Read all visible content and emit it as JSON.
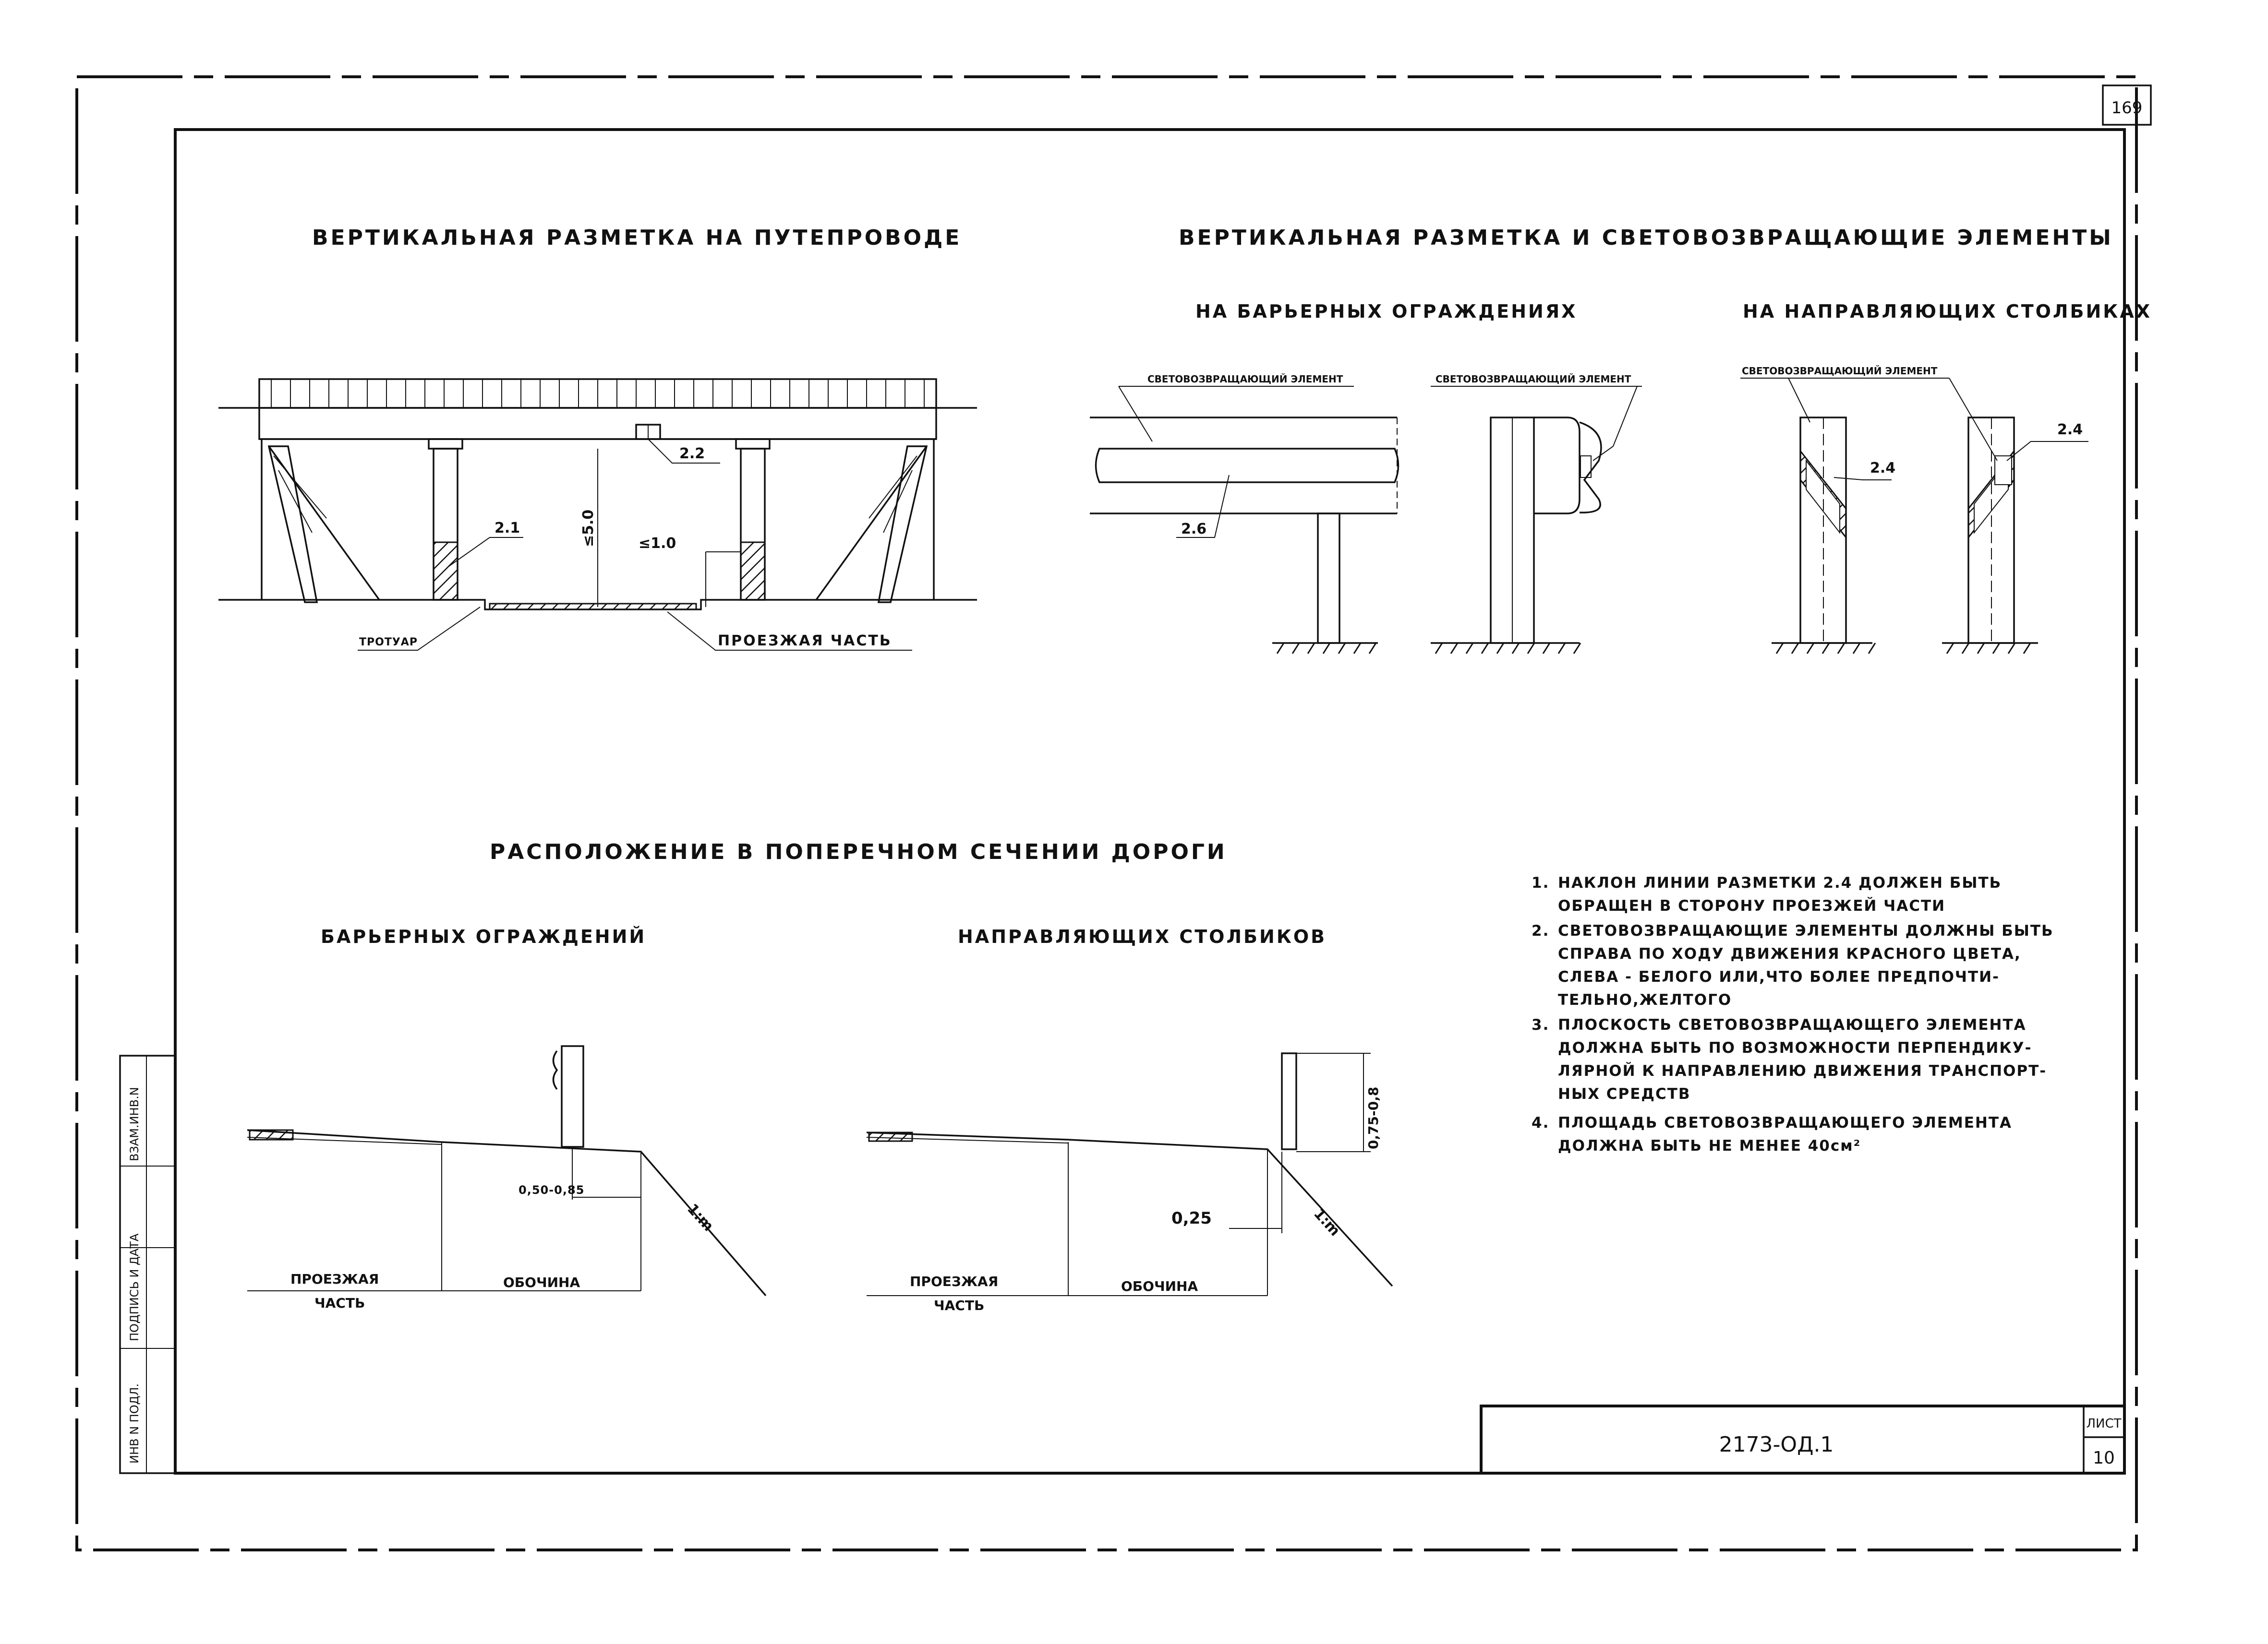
{
  "page_number": "169",
  "headings": {
    "overpass": "ВЕРТИКАЛЬНАЯ РАЗМЕТКА НА ПУТЕПРОВОДЕ",
    "reflective": "ВЕРТИКАЛЬНАЯ РАЗМЕТКА И СВЕТОВОЗВРАЩАЮЩИЕ ЭЛЕМЕНТЫ",
    "on_barriers": "НА БАРЬЕРНЫХ ОГРАЖДЕНИЯХ",
    "on_posts": "НА НАПРАВЛЯЮЩИХ СТОЛБИКАХ",
    "cross_section": "РАСПОЛОЖЕНИЕ В ПОПЕРЕЧНОМ СЕЧЕНИИ ДОРОГИ",
    "barrier_fences": "БАРЬЕРНЫХ ОГРАЖДЕНИЙ",
    "guide_posts": "НАПРАВЛЯЮЩИХ СТОЛБИКОВ"
  },
  "overpass_labels": {
    "mark_2_2": "2.2",
    "mark_2_1": "2.1",
    "height_5": "≤5.0",
    "height_1": "≤1.0",
    "sidewalk": "ТРОТУАР",
    "carriageway": "ПРОЕЗЖАЯ ЧАСТЬ"
  },
  "reflective_labels": {
    "element_1": "СВЕТОВОЗВРАЩАЮЩИЙ ЭЛЕМЕНТ",
    "element_2": "СВЕТОВОЗВРАЩАЮЩИЙ ЭЛЕМЕНТ",
    "element_3": "СВЕТОВОЗВРАЩАЮЩИЙ ЭЛЕМЕНТ",
    "mark_2_6": "2.6",
    "mark_2_4a": "2.4",
    "mark_2_4b": "2.4"
  },
  "section_labels": {
    "dim_barrier": "0,50-0,85",
    "slope_1": "1:m",
    "carriageway_1a": "ПРОЕЗЖАЯ",
    "carriageway_1b": "ЧАСТЬ",
    "shoulder_1": "ОБОЧИНА",
    "dim_post_height": "0,75-0,8",
    "dim_post_offset": "0,25",
    "slope_2": "1:m",
    "carriageway_2a": "ПРОЕЗЖАЯ",
    "carriageway_2b": "ЧАСТЬ",
    "shoulder_2": "ОБОЧИНА"
  },
  "notes": [
    {
      "num": "1.",
      "lines": [
        "НАКЛОН ЛИНИИ РАЗМЕТКИ 2.4 ДОЛЖЕН БЫТЬ",
        "ОБРАЩЕН В СТОРОНУ ПРОЕЗЖЕЙ ЧАСТИ"
      ]
    },
    {
      "num": "2.",
      "lines": [
        "СВЕТОВОЗВРАЩАЮЩИЕ ЭЛЕМЕНТЫ ДОЛЖНЫ БЫТЬ",
        "СПРАВА ПО ХОДУ ДВИЖЕНИЯ КРАСНОГО ЦВЕТА,",
        "СЛЕВА - БЕЛОГО ИЛИ,ЧТО БОЛЕЕ ПРЕДПОЧТИ-",
        "ТЕЛЬНО,ЖЕЛТОГО"
      ]
    },
    {
      "num": "3.",
      "lines": [
        "ПЛОСКОСТЬ СВЕТОВОЗВРАЩАЮЩЕГО ЭЛЕМЕНТА",
        "ДОЛЖНА БЫТЬ ПО ВОЗМОЖНОСТИ ПЕРПЕНДИКУ-",
        "ЛЯРНОЙ К НАПРАВЛЕНИЮ ДВИЖЕНИЯ ТРАНСПОРТ-",
        "НЫХ СРЕДСТВ"
      ]
    },
    {
      "num": "4.",
      "lines": [
        "ПЛОЩАДЬ СВЕТОВОЗВРАЩАЮЩЕГО ЭЛЕМЕНТА",
        "ДОЛЖНА БЫТЬ НЕ МЕНЕЕ 40см²"
      ]
    }
  ],
  "stamp_side": [
    "ИНВ N ПОДЛ.",
    "ПОДПИСЬ И ДАТА",
    "ВЗАМ.ИНВ.N"
  ],
  "title_block": {
    "code": "2173-ОД.1",
    "sheet_label": "ЛИСТ",
    "sheet_number": "10"
  }
}
